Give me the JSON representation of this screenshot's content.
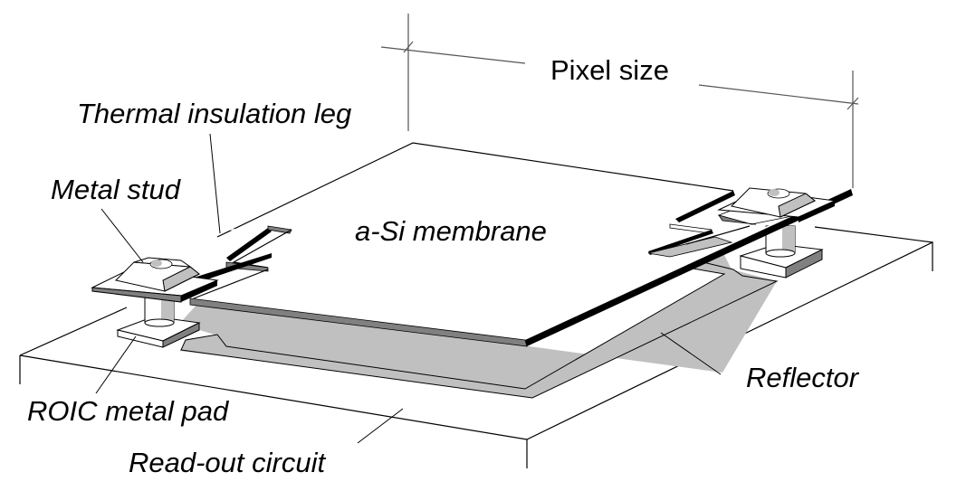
{
  "diagram": {
    "description": "Microbolometer pixel structure (perspective view)",
    "labels": {
      "pixel_size": "Pixel size",
      "thermal_leg": "Thermal insulation leg",
      "metal_stud": "Metal stud",
      "membrane": "a-Si membrane",
      "reflector": "Reflector",
      "roic_pad": "ROIC metal pad",
      "readout": "Read-out circuit"
    },
    "colors": {
      "line": "#000000",
      "reflector_fill": "#c0c0c0",
      "shadow_dark": "#808080",
      "surface": "#ffffff",
      "dimension_line": "#555555"
    }
  }
}
